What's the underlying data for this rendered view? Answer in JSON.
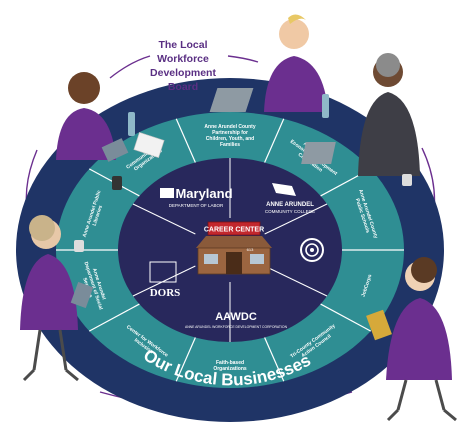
{
  "title_lines": [
    "The Local",
    "Workforce",
    "Development",
    "Board"
  ],
  "outer_ring": {
    "top_text": "Local Businesses",
    "bottom_text": "Our Local Businesses"
  },
  "middle_ring_labels": [
    "Anne Arundel County Partnership for Children, Youth, and Families",
    "Anne Arundel Economic Development Corporation",
    "Anne Arundel County Public Schools",
    "JobCorps",
    "Tri-County Community Action Council",
    "Faith-based Organizations",
    "Center for Workforce Inclusion",
    "Anne Arundel Department of Social Services",
    "Anne Arundel Public Libraries",
    "Community-based Organizations"
  ],
  "inner_segments": {
    "maryland_logo": "Maryland",
    "maryland_sub": "DEPARTMENT OF LABOR",
    "aacc_name": "ANNE ARUNDEL",
    "aacc_sub": "COMMUNITY COLLEGE",
    "dors": "DORS",
    "aawdc": "AAWDC",
    "aawdc_sub": "ANNE ARUNDEL WORKFORCE DEVELOPMENT CORPORATION"
  },
  "center": {
    "sign_text": "CAREER CENTER",
    "building_number": "613"
  },
  "colors": {
    "outer_navy": "#1f3466",
    "teal": "#2f8e93",
    "inner_navy": "#28285c",
    "purple": "#6b2f8f",
    "ring_text": "#ffffff",
    "title": "#5a2f83"
  }
}
